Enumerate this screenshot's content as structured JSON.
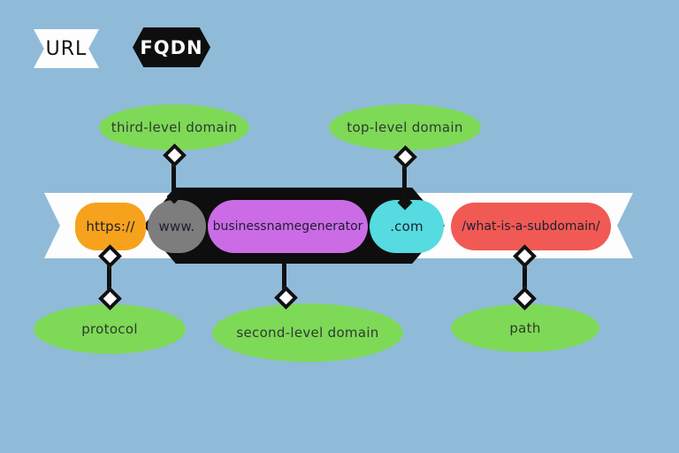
{
  "background_color": "#90BBD8",
  "tags": {
    "url_label": "URL",
    "fqdn_label": "FQDN"
  },
  "callouts": {
    "bubble_color": "#7ED957",
    "top": [
      {
        "label": "third-level domain"
      },
      {
        "label": "top-level domain"
      }
    ],
    "bottom": [
      {
        "label": "protocol"
      },
      {
        "label": "second-level domain"
      },
      {
        "label": "path"
      }
    ]
  },
  "url_bar": {
    "band_color": "#FDFDFD",
    "fqdn_container_color": "#0E0E0E",
    "connector_color": "#101010",
    "segments": [
      {
        "name": "protocol",
        "text": "https://",
        "color": "#F7A21C"
      },
      {
        "name": "third-level-domain",
        "text": "www.",
        "color": "#7D7D7D"
      },
      {
        "name": "second-level-domain",
        "text": "businessnamegenerator",
        "color": "#CB6CE6"
      },
      {
        "name": "top-level-domain",
        "text": ".com",
        "color": "#55DBE0"
      },
      {
        "name": "path",
        "text": "/what-is-a-subdomain/",
        "color": "#F15A54"
      }
    ]
  }
}
